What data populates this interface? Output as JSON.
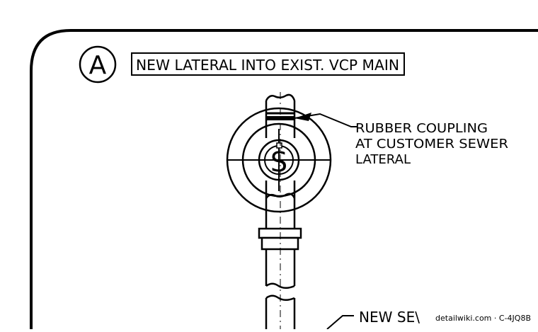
{
  "detail": {
    "marker_letter": "A",
    "title": "NEW LATERAL INTO EXIST. VCP MAIN"
  },
  "callouts": {
    "coupling_line1": "RUBBER COUPLING",
    "coupling_line2": "AT CUSTOMER SEWER",
    "coupling_line3": "LATERAL",
    "new_sewer": "NEW SE\\"
  },
  "symbol": {
    "sewer_letter": "S"
  },
  "watermark": "detailwiki.com · C-4JQ8B",
  "colors": {
    "ink": "#000000",
    "paper": "#ffffff",
    "watermark": "#555555"
  }
}
